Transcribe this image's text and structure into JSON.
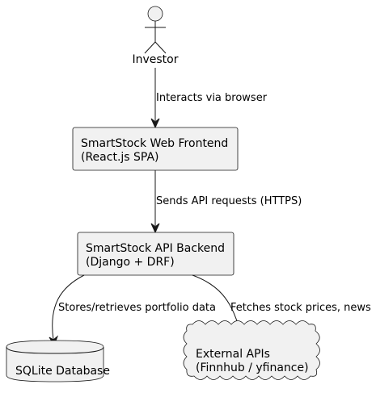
{
  "actor": {
    "label": "Investor"
  },
  "nodes": {
    "frontend": {
      "line1": "SmartStock Web Frontend",
      "line2": "(React.js SPA)"
    },
    "backend": {
      "line1": "SmartStock API Backend",
      "line2": "(Django + DRF)"
    },
    "database": {
      "line1": "SQLite Database"
    },
    "external": {
      "line1": "External APIs",
      "line2": "(Finnhub / yfinance)"
    }
  },
  "edges": {
    "investor_frontend": "Interacts via browser",
    "frontend_backend": "Sends API requests (HTTPS)",
    "backend_database": "Stores/retrieves portfolio data",
    "backend_external": "Fetches stock prices, news"
  },
  "colors": {
    "fill": "#f1f1f1",
    "stroke": "#181818"
  }
}
